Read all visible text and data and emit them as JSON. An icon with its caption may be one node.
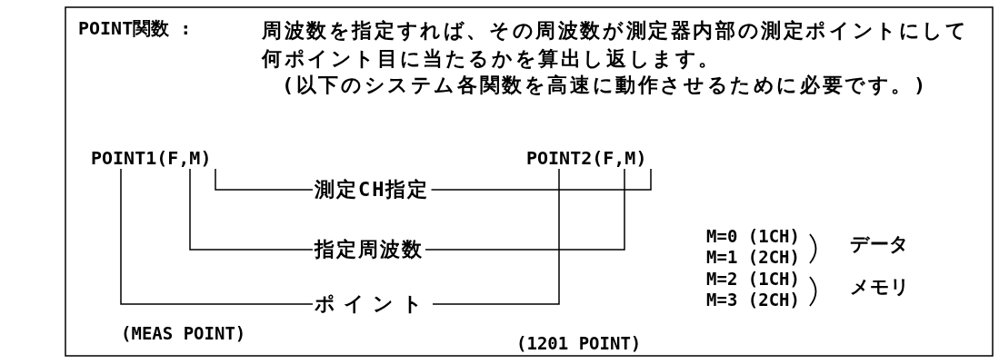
{
  "diagram": {
    "nodes": [
      {
        "text": [
          "POINT1(F,M)"
        ]
      },
      {
        "text": [
          "POINT2(F,M)"
        ]
      },
      {
        "text": [
          "測定CH指定"
        ]
      },
      {
        "text": [
          "指定周波数"
        ]
      },
      {
        "text": [
          "ポイント"
        ]
      }
    ],
    "edges": [
      {
        "from": 2,
        "to": 0,
        "arrow": "none"
      },
      {
        "from": 2,
        "to": 1,
        "arrow": "none"
      },
      {
        "from": 3,
        "to": 0,
        "arrow": "none"
      },
      {
        "from": 3,
        "to": 1,
        "arrow": "none"
      },
      {
        "from": 4,
        "to": 0,
        "arrow": "none"
      },
      {
        "from": 4,
        "to": 1,
        "arrow": "none"
      }
    ],
    "labels": [
      "POINT関数 :",
      "周波数を指定すれば、その周波数が測定器内部の測定ポイントにして何ポイント目に当たるかを算出し返します。",
      "(以下のシステム各関数を高速に動作させるために必要です。)",
      "M=0 (1CH)",
      "M=1 (2CH)",
      "データ",
      "M=2 (1CH)",
      "M=3 (2CH)",
      "メモリ",
      "(MEAS POINT)",
      "(1201 POINT)"
    ]
  }
}
